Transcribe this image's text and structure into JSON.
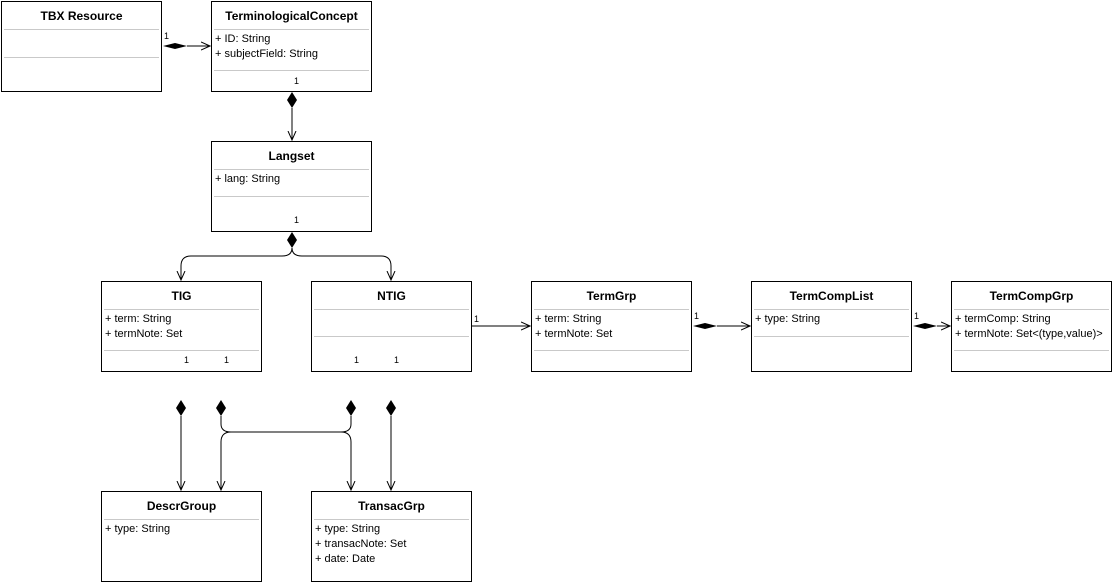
{
  "classes": {
    "tbx_resource": {
      "name": "TBX Resource",
      "attributes": []
    },
    "terminological_concept": {
      "name": "TerminologicalConcept",
      "attributes": [
        "+ ID: String",
        "+ subjectField: String"
      ]
    },
    "langset": {
      "name": "Langset",
      "attributes": [
        "+ lang: String"
      ]
    },
    "tig": {
      "name": "TIG",
      "attributes": [
        "+ term: String",
        "+ termNote: Set"
      ]
    },
    "ntig": {
      "name": "NTIG",
      "attributes": []
    },
    "termgrp": {
      "name": "TermGrp",
      "attributes": [
        "+ term: String",
        "+ termNote: Set"
      ]
    },
    "termcomplist": {
      "name": "TermCompList",
      "attributes": [
        "+ type: String"
      ]
    },
    "termcompgrp": {
      "name": "TermCompGrp",
      "attributes": [
        "+ termComp: String",
        "+ termNote: Set<(type,value)>"
      ]
    },
    "descrgroup": {
      "name": "DescrGroup",
      "attributes": [
        "+ type: String"
      ]
    },
    "transacgrp": {
      "name": "TransacGrp",
      "attributes": [
        "+ type: String",
        "+ transacNote: Set",
        "+ date: Date"
      ]
    }
  },
  "multiplicities": {
    "tbx_to_concept": "1",
    "concept_to_langset": "1",
    "langset_to_tig_ntig": "1",
    "tig_to_descr": "1",
    "tig_to_transac": "1",
    "ntig_to_descr": "1",
    "ntig_to_transac": "1",
    "ntig_to_termgrp": "1",
    "termgrp_to_termcomplist": "1",
    "termcomplist_to_termcompgrp": "1"
  }
}
